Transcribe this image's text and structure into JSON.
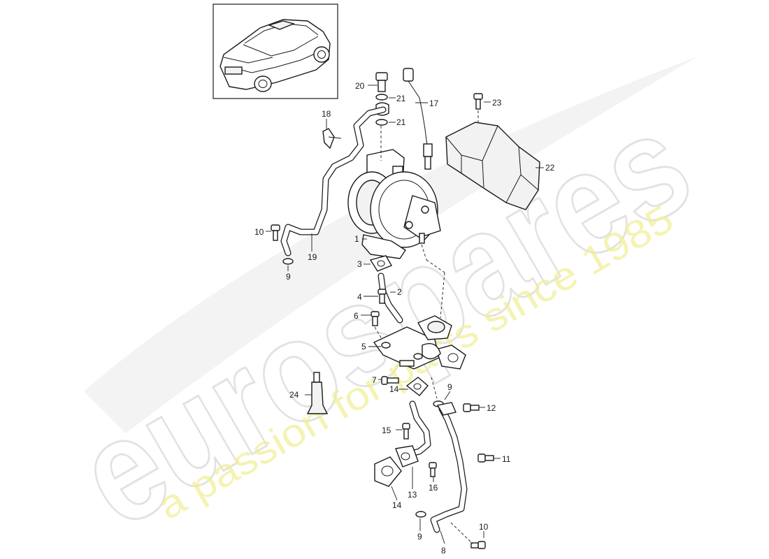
{
  "watermark": {
    "brand": "eurospares",
    "tagline": "a passion for parts since 1985"
  },
  "thumbnail": {
    "icon": "suv-vehicle-icon"
  },
  "callouts": [
    {
      "id": "c1",
      "label": "1"
    },
    {
      "id": "c2",
      "label": "2"
    },
    {
      "id": "c3",
      "label": "3"
    },
    {
      "id": "c4",
      "label": "4"
    },
    {
      "id": "c5",
      "label": "5"
    },
    {
      "id": "c6",
      "label": "6"
    },
    {
      "id": "c7",
      "label": "7"
    },
    {
      "id": "c8",
      "label": "8"
    },
    {
      "id": "c9a",
      "label": "9"
    },
    {
      "id": "c9b",
      "label": "9"
    },
    {
      "id": "c9c",
      "label": "9"
    },
    {
      "id": "c10a",
      "label": "10"
    },
    {
      "id": "c10b",
      "label": "10"
    },
    {
      "id": "c11",
      "label": "11"
    },
    {
      "id": "c12",
      "label": "12"
    },
    {
      "id": "c13",
      "label": "13"
    },
    {
      "id": "c14a",
      "label": "14"
    },
    {
      "id": "c14b",
      "label": "14"
    },
    {
      "id": "c15",
      "label": "15"
    },
    {
      "id": "c16",
      "label": "16"
    },
    {
      "id": "c17",
      "label": "17"
    },
    {
      "id": "c18",
      "label": "18"
    },
    {
      "id": "c19",
      "label": "19"
    },
    {
      "id": "c20",
      "label": "20"
    },
    {
      "id": "c21a",
      "label": "21"
    },
    {
      "id": "c21b",
      "label": "21"
    },
    {
      "id": "c22",
      "label": "22"
    },
    {
      "id": "c23",
      "label": "23"
    },
    {
      "id": "c24",
      "label": "24"
    }
  ]
}
